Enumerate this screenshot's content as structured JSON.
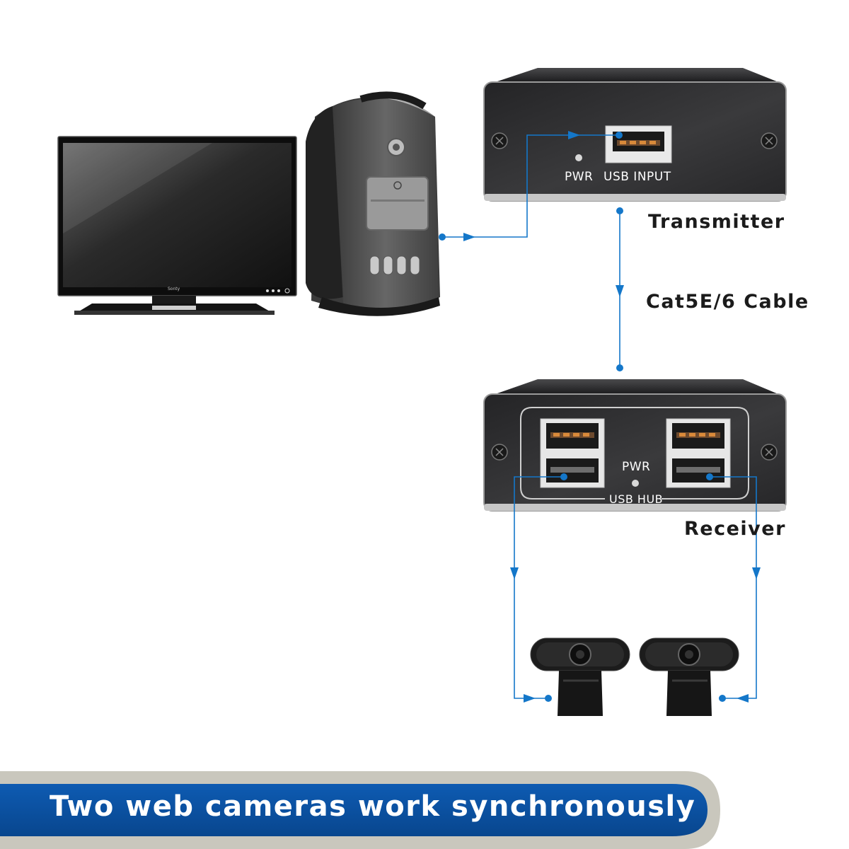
{
  "labels": {
    "transmitter": "Transmitter",
    "cable": "Cat5E/6 Cable",
    "receiver": "Receiver",
    "tx_pwr": "PWR",
    "tx_usb_input": "USB INPUT",
    "rx_pwr": "PWR",
    "rx_usb_hub": "USB HUB",
    "monitor_brand": "Sonty"
  },
  "banner": {
    "text": "Two web cameras work synchronously"
  },
  "colors": {
    "connector_blue": "#1477c9",
    "banner_blue": "#0b53a6",
    "banner_gray": "#c9c7bd",
    "device_dark": "#2e2e30"
  }
}
